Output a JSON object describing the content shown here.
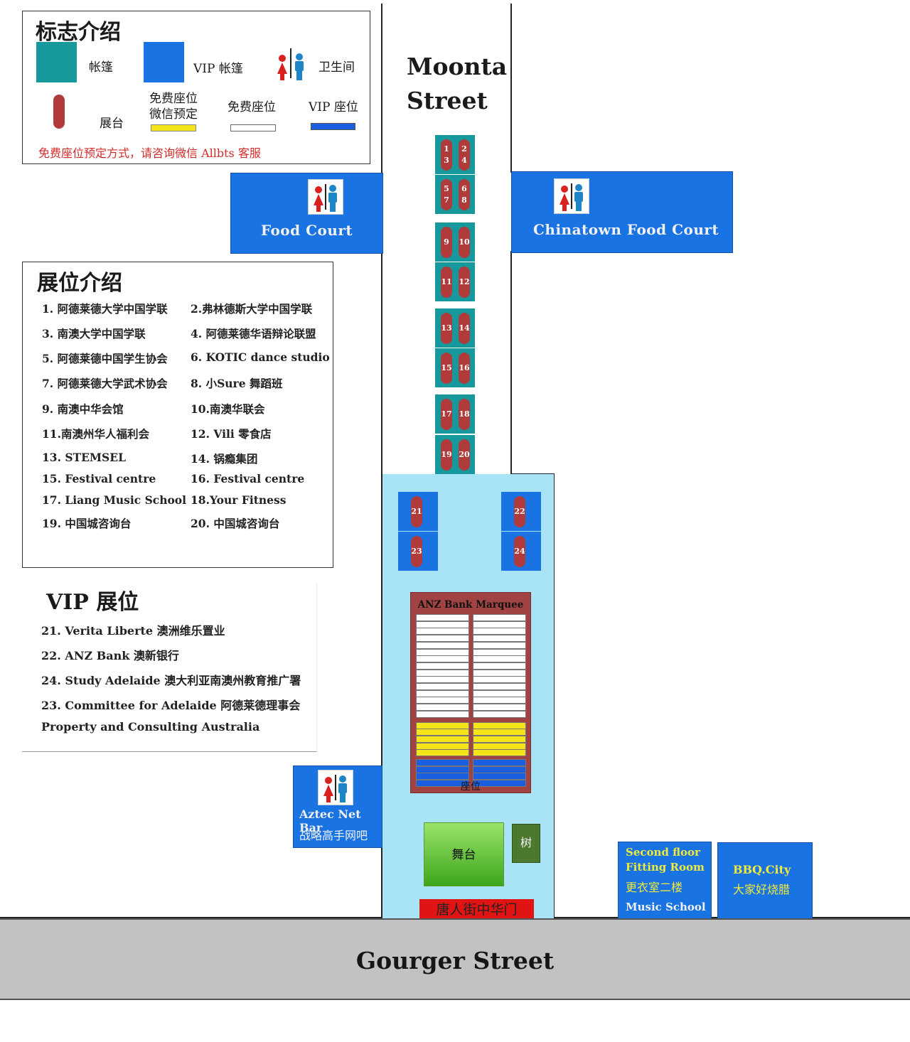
{
  "streets": {
    "moonta": [
      "Moonta",
      "Street"
    ],
    "gourger": "Gourger Street"
  },
  "legend": {
    "title": "标志介绍",
    "tent": "帐篷",
    "vip_tent": "VIP 帐篷",
    "restroom": "卫生间",
    "booth": "展台",
    "free_seat_wechat": [
      "免费座位",
      "微信预定"
    ],
    "free_seat": "免费座位",
    "vip_seat": "VIP 座位",
    "note": "免费座位预定方式，请咨询微信 Allbts 客服"
  },
  "colors": {
    "tent": "#17989c",
    "vip_tent": "#1a73e3",
    "booth": "#b13a3a",
    "plaza": "#a9e3f6",
    "seat_free_reserved": "#f4e41a",
    "seat_free": "#ffffff",
    "seat_vip": "#1a5fe0"
  },
  "areas": {
    "food_court": "Food Court",
    "chinatown_food_court": "Chinatown Food Court",
    "aztec": [
      "Aztec Net Bar",
      "战略高手网吧"
    ],
    "fitting": [
      "Second floor",
      "Fitting Room",
      "更衣室二楼",
      "Music School"
    ],
    "bbq": [
      "BBQ.City",
      "大家好烧腊"
    ]
  },
  "booth_list": {
    "title": "展位介绍",
    "items": [
      "1. 阿德莱德大学中国学联",
      "2.弗林德斯大学中国学联",
      "3. 南澳大学中国学联",
      "4. 阿德莱德华语辩论联盟",
      "5. 阿德莱德中国学生协会",
      "6. KOTIC dance studio",
      "7. 阿德莱德大学武术协会",
      "8. 小Sure 舞蹈班",
      "9. 南澳中华会馆",
      "10.南澳华联会",
      "11.南澳州华人福利会",
      "12. Vili 零食店",
      "13. STEMSEL",
      "14. 锅瘾集团",
      "15. Festival centre",
      "16. Festival centre",
      "17. Liang Music School",
      "18.Your Fitness",
      "19. 中国城咨询台",
      "20. 中国城咨询台"
    ]
  },
  "vip_list": {
    "title": "VIP 展位",
    "items": [
      "21.  Verita Liberte  澳洲维乐置业",
      "22.  ANZ Bank  澳新银行",
      "24.  Study Adelaide 澳大利亚南澳州教育推广署",
      "23.  Committee for Adelaide 阿德莱德理事会",
      "Property and Consulting Australia"
    ]
  },
  "booth_numbers": {
    "row_pairs": [
      [
        "1",
        "3",
        "2",
        "4"
      ],
      [
        "5",
        "7",
        "6",
        "8"
      ]
    ],
    "singles": [
      [
        "9",
        "10"
      ],
      [
        "11",
        "12"
      ],
      [
        "13",
        "14"
      ],
      [
        "15",
        "16"
      ],
      [
        "17",
        "18"
      ],
      [
        "19",
        "20"
      ]
    ],
    "vip": [
      "21",
      "22",
      "23",
      "24"
    ]
  },
  "marquee": {
    "title": "ANZ Bank Marquee",
    "seat_label": "座位",
    "rows_free": 15,
    "rows_reserved": 5,
    "rows_vip": 4
  },
  "stage": "舞台",
  "tree": "树",
  "gate": "唐人街中华门"
}
